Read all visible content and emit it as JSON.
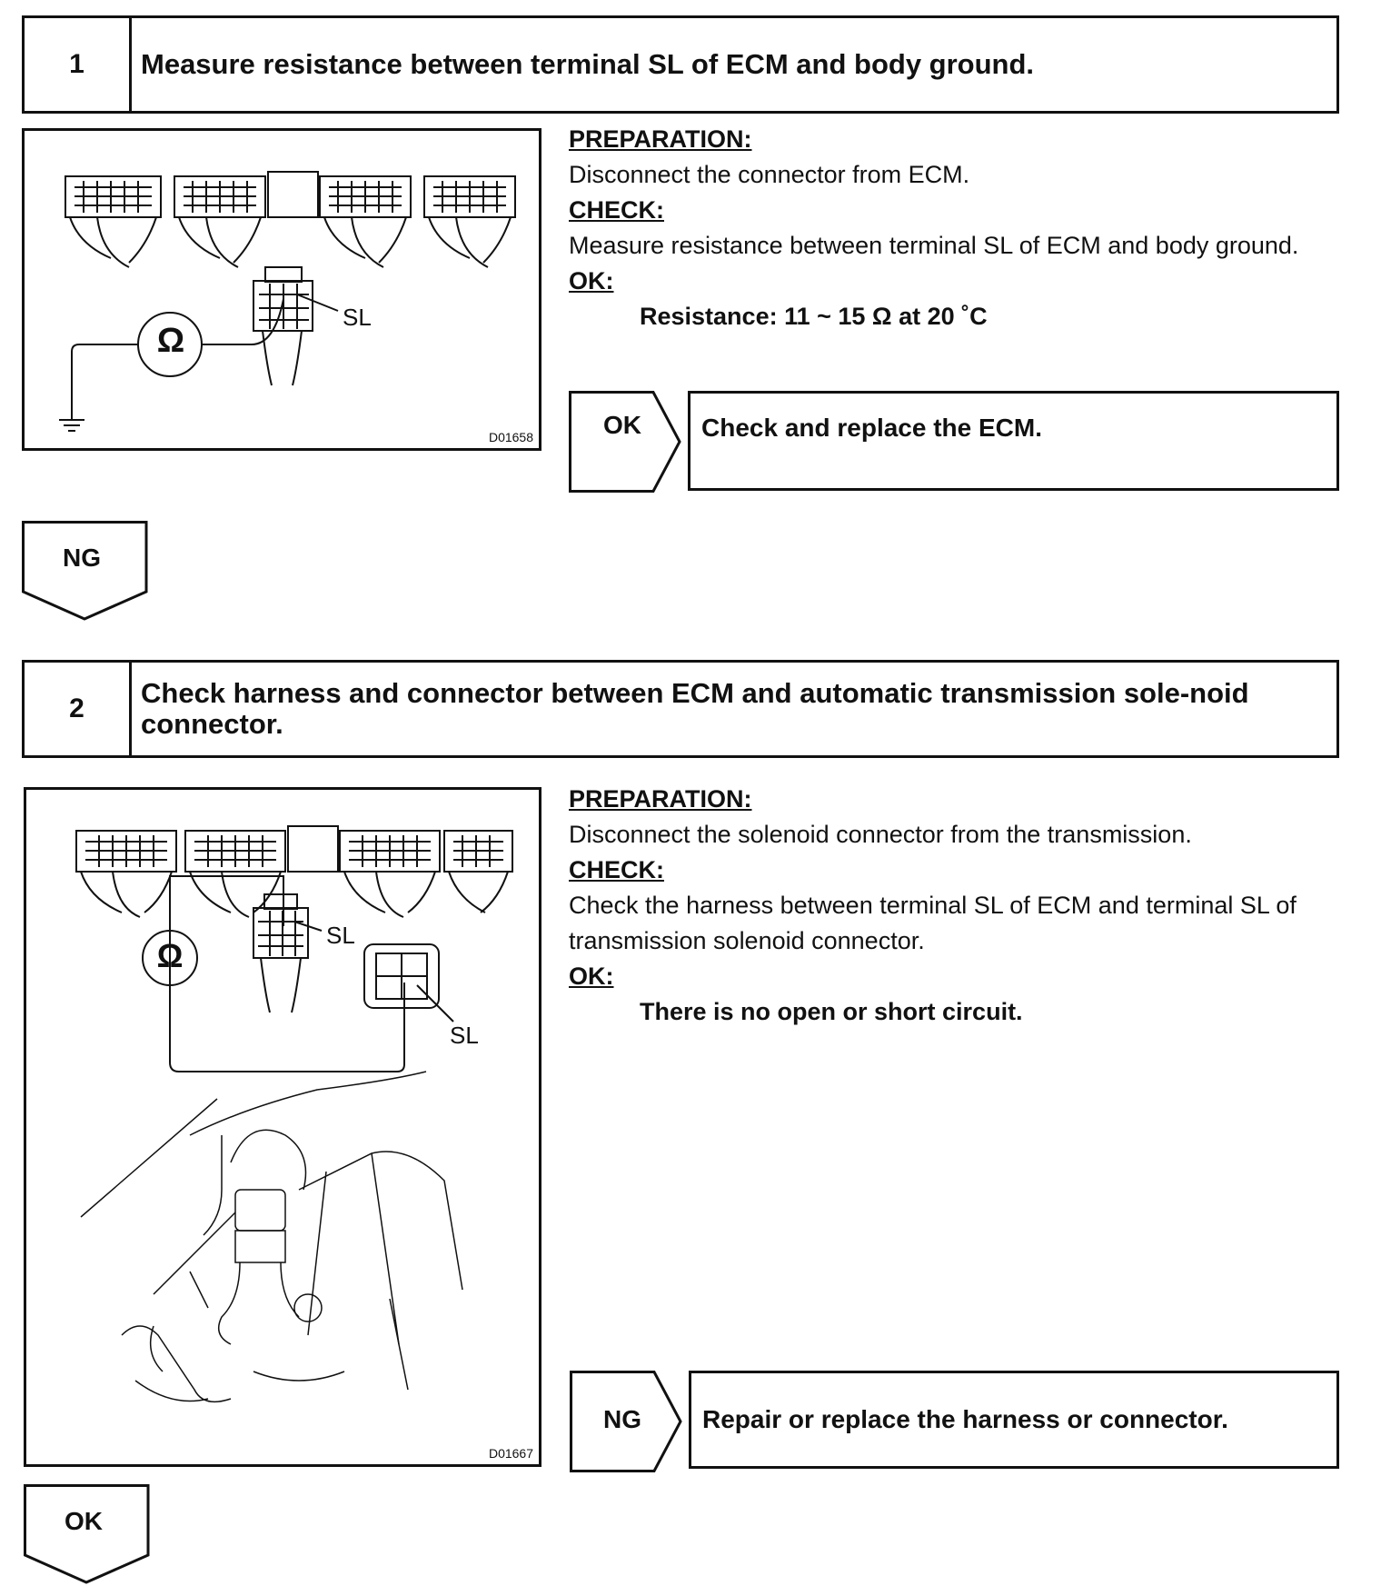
{
  "step1": {
    "number": "1",
    "title": "Measure resistance between terminal SL of ECM and body ground.",
    "figure": {
      "code": "D01658",
      "terminal_label": "SL",
      "meter_symbol": "Ω"
    },
    "preparation_heading": "PREPARATION:",
    "preparation_text": "Disconnect the connector from ECM.",
    "check_heading": "CHECK:",
    "check_text": "Measure resistance between terminal SL of ECM and body ground.",
    "ok_heading": "OK:",
    "ok_spec": "Resistance: 11 ~ 15 Ω at 20 ˚C",
    "ok_arrow": "OK",
    "ok_result": "Check and replace the ECM.",
    "ng_arrow": "NG"
  },
  "step2": {
    "number": "2",
    "title": "Check harness and connector between ECM and automatic transmission sole-noid connector.",
    "figure": {
      "code": "D01667",
      "terminal_label_ecm": "SL",
      "terminal_label_solenoid": "SL",
      "meter_symbol": "Ω"
    },
    "preparation_heading": "PREPARATION:",
    "preparation_text": "Disconnect the solenoid connector from the transmission.",
    "check_heading": "CHECK:",
    "check_text": "Check the harness between terminal SL of ECM and terminal SL of transmission solenoid connector.",
    "ok_heading": "OK:",
    "ok_spec": "There is no open or short circuit.",
    "ng_arrow": "NG",
    "ng_result": "Repair or replace the harness or connector.",
    "ok_arrow": "OK"
  }
}
